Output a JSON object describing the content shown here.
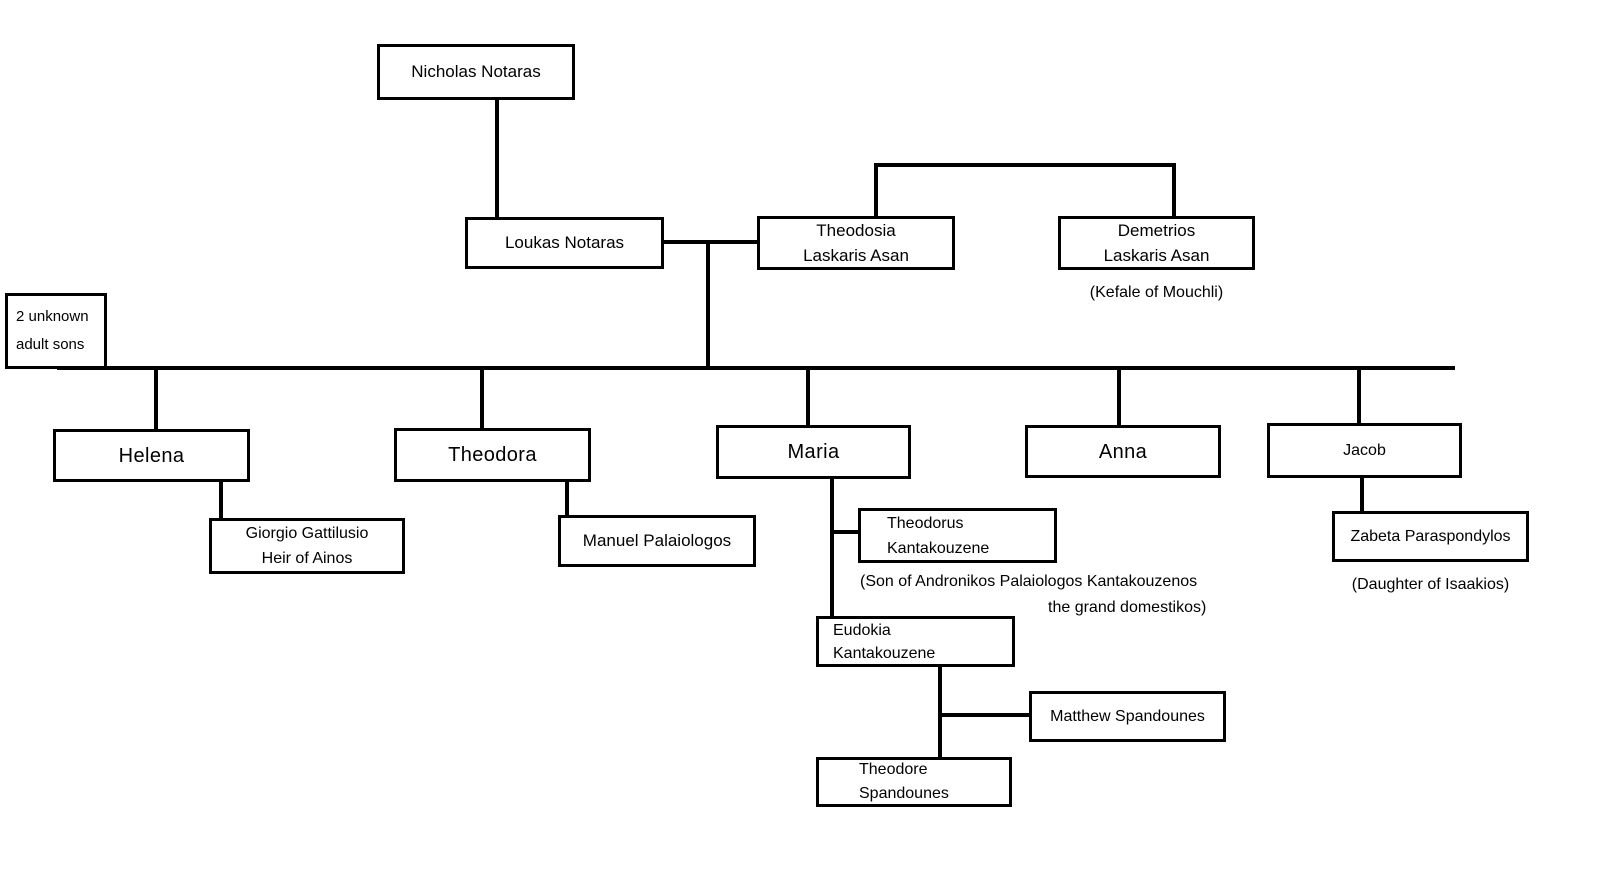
{
  "nodes": {
    "nicholas": {
      "label": "Nicholas Notaras"
    },
    "loukas": {
      "label": "Loukas Notaras"
    },
    "theodosia": {
      "label": "Theodosia\nLaskaris Asan"
    },
    "demetrios": {
      "label": "Demetrios\nLaskaris Asan",
      "caption": "(Kefale of Mouchli)"
    },
    "unknown_sons": {
      "label": "2 unknown\nadult sons"
    },
    "helena": {
      "label": "Helena"
    },
    "theodora": {
      "label": "Theodora"
    },
    "maria": {
      "label": "Maria"
    },
    "anna": {
      "label": "Anna"
    },
    "jacob": {
      "label": "Jacob"
    },
    "giorgio": {
      "label": "Giorgio Gattilusio\nHeir of Ainos"
    },
    "manuel": {
      "label": "Manuel Palaiologos"
    },
    "theodorus": {
      "label": "Theodorus\nKantakouzene",
      "caption_line1": "(Son of Andronikos Palaiologos Kantakouzenos",
      "caption_line2": "the grand domestikos)"
    },
    "eudokia": {
      "label": "Eudokia\nKantakouzene"
    },
    "matthew": {
      "label": "Matthew Spandounes"
    },
    "theodore": {
      "label": "Theodore\nSpandounes"
    },
    "zabeta": {
      "label": "Zabeta Paraspondylos",
      "caption": "(Daughter of Isaakios)"
    }
  },
  "edges": [
    {
      "type": "parent-child",
      "from": "Nicholas Notaras",
      "to": "Loukas Notaras"
    },
    {
      "type": "marriage",
      "between": [
        "Loukas Notaras",
        "Theodosia Laskaris Asan"
      ]
    },
    {
      "type": "sibling",
      "between": [
        "Theodosia Laskaris Asan",
        "Demetrios Laskaris Asan"
      ]
    },
    {
      "type": "children-of-marriage",
      "parents": [
        "Loukas Notaras",
        "Theodosia Laskaris Asan"
      ],
      "children": [
        "2 unknown adult sons",
        "Helena",
        "Theodora",
        "Maria",
        "Anna",
        "Jacob"
      ]
    },
    {
      "type": "marriage",
      "between": [
        "Helena",
        "Giorgio Gattilusio Heir of Ainos"
      ]
    },
    {
      "type": "marriage",
      "between": [
        "Theodora",
        "Manuel Palaiologos"
      ]
    },
    {
      "type": "marriage",
      "between": [
        "Maria",
        "Theodorus Kantakouzene"
      ]
    },
    {
      "type": "parent-child",
      "from": "Maria + Theodorus Kantakouzene",
      "to": "Eudokia Kantakouzene"
    },
    {
      "type": "marriage",
      "between": [
        "Eudokia Kantakouzene",
        "Matthew Spandounes"
      ]
    },
    {
      "type": "parent-child",
      "from": "Eudokia Kantakouzene + Matthew Spandounes",
      "to": "Theodore Spandounes"
    },
    {
      "type": "marriage",
      "between": [
        "Jacob",
        "Zabeta Paraspondylos"
      ]
    }
  ],
  "colors": {
    "background": "#ffffff",
    "line": "#000000",
    "box_border": "#000000",
    "text": "#000000"
  }
}
